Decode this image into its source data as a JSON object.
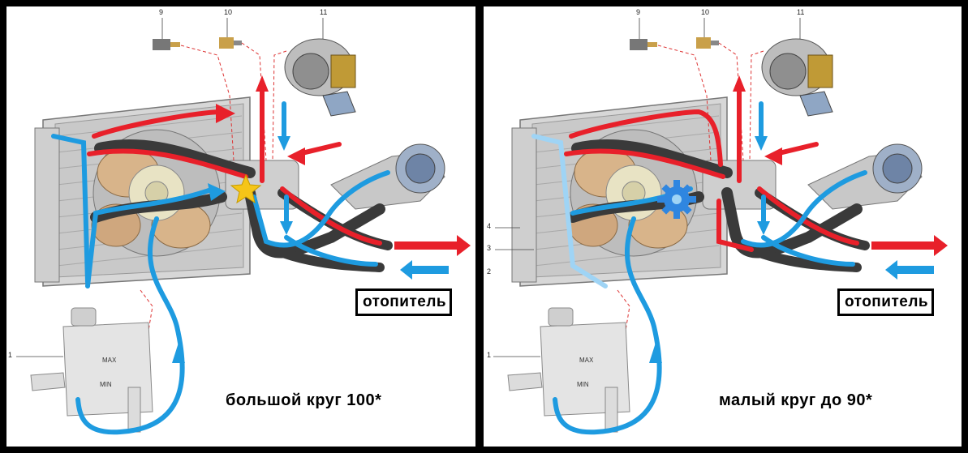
{
  "panels": [
    {
      "heater_label": "отопитель",
      "caption": "большой круг 100*",
      "callouts": [
        "9",
        "10",
        "11",
        "1"
      ],
      "tank_max": "MAX",
      "tank_min": "MIN",
      "thermostat": "open"
    },
    {
      "heater_label": "отопитель",
      "caption": "малый круг до 90*",
      "callouts": [
        "9",
        "10",
        "11",
        "4",
        "3",
        "2",
        "1"
      ],
      "tank_max": "MAX",
      "tank_min": "MIN",
      "thermostat": "closed"
    }
  ],
  "colors": {
    "hot": "#e8202a",
    "cold": "#1e9be0",
    "hose": "#3a3a3a",
    "thermostat_open": "#f5c518",
    "thermostat_closed": "#2f86e0"
  }
}
